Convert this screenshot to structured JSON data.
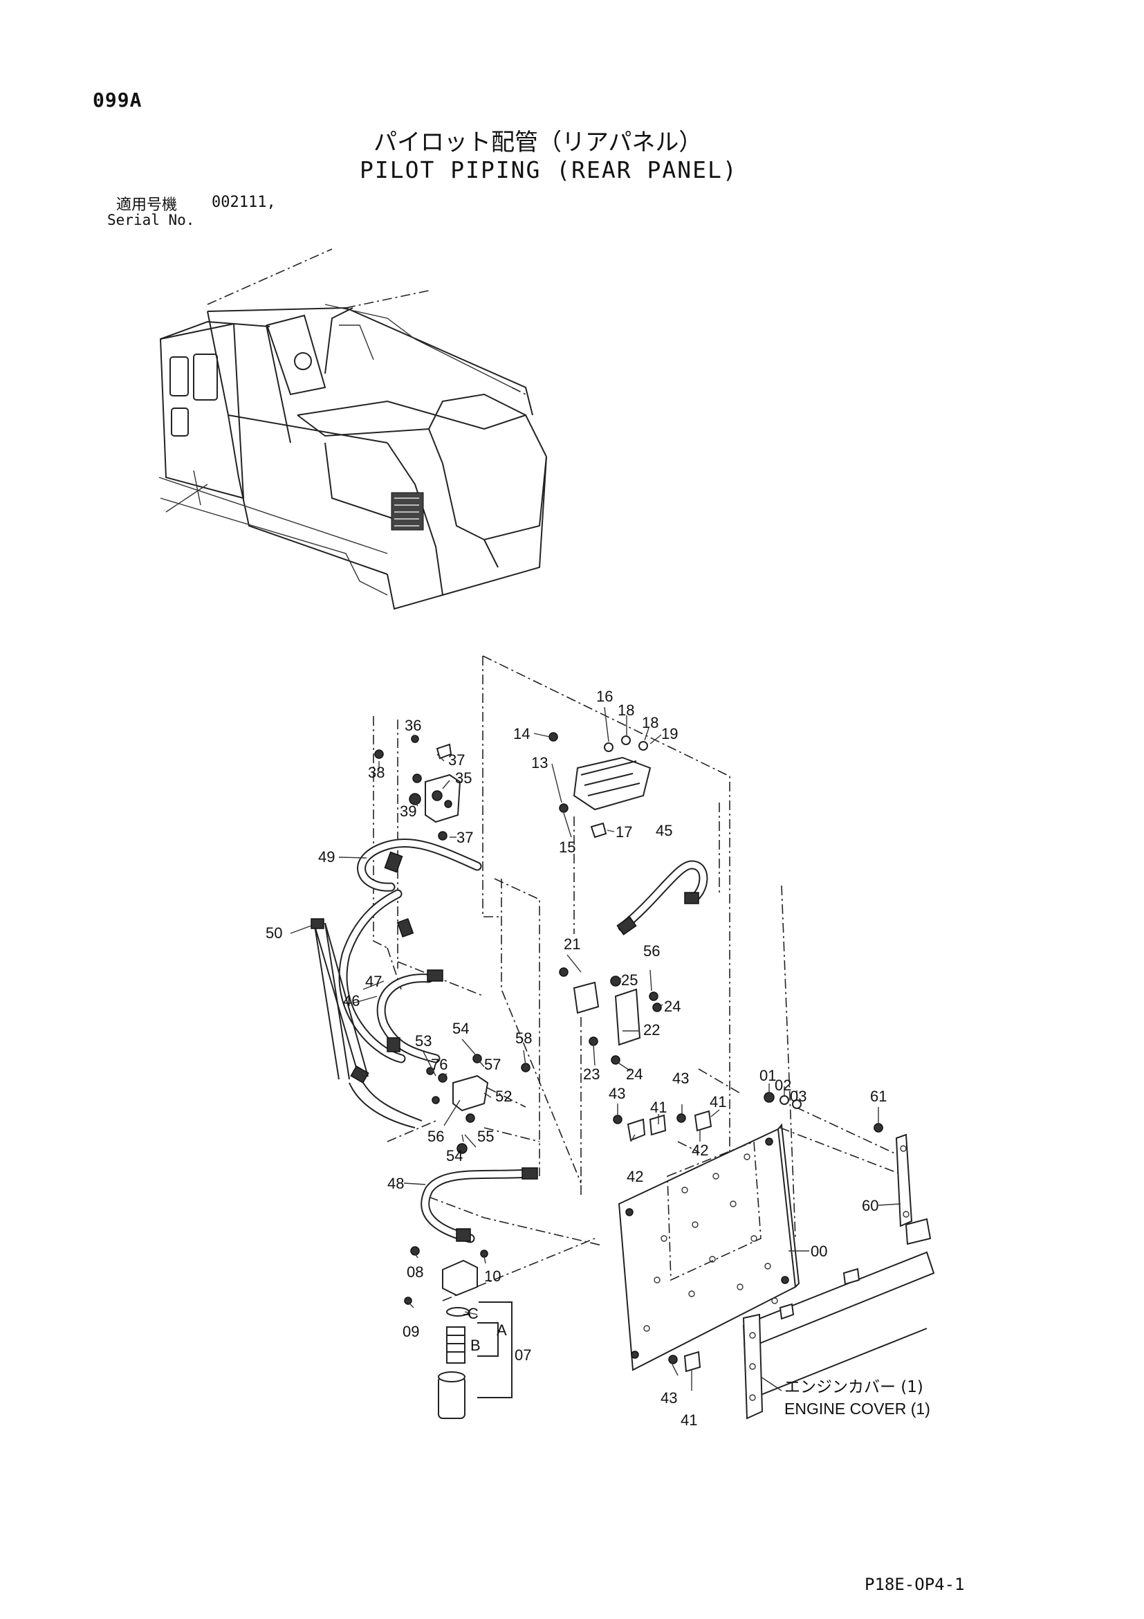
{
  "header": {
    "page_code": "099A",
    "title_jp": "パイロット配管（リアパネル）",
    "title_en": "PILOT PIPING (REAR PANEL)",
    "serial_label_jp": "適用号機",
    "serial_value": "002111,",
    "serial_label_en": "Serial No."
  },
  "footer": {
    "doc_code": "P18E-OP4-1"
  },
  "notes": {
    "engine_cover_jp": "エンジンカバー (1)",
    "engine_cover_en": "ENGINE COVER (1)"
  },
  "part_labels": {
    "p14": "14",
    "p16": "16",
    "p18a": "18",
    "p18b": "18",
    "p19": "19",
    "p36": "36",
    "p37a": "37",
    "p35": "35",
    "p38": "38",
    "p39": "39",
    "p37b": "37",
    "p13": "13",
    "p17": "17",
    "p15": "15",
    "p45": "45",
    "p49": "49",
    "p50": "50",
    "p47": "47",
    "p46": "46",
    "p21": "21",
    "p25": "25",
    "p56a": "56",
    "p24a": "24",
    "p22": "22",
    "p53": "53",
    "p54a": "54",
    "p58": "58",
    "p76": "76",
    "p57": "57",
    "p52": "52",
    "p23": "23",
    "p24b": "24",
    "p43a": "43",
    "p43b": "43",
    "p41a": "41",
    "p41b": "41",
    "p42a": "42",
    "p42b": "42",
    "p01": "01",
    "p02": "02",
    "p03": "03",
    "p61": "61",
    "p56b": "56",
    "p55": "55",
    "p54b": "54",
    "p48": "48",
    "p60": "60",
    "p00": "00",
    "p08": "08",
    "p10": "10",
    "p09": "09",
    "pC": "C",
    "pA": "A",
    "pB": "B",
    "p07": "07",
    "p43c": "43",
    "p41c": "41"
  }
}
